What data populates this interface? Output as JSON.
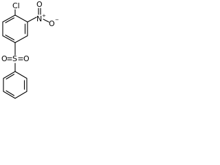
{
  "atoms": {
    "chlorine": "Cl",
    "nitro_nitrogen": "N",
    "nitro_charge_plus": "+",
    "nitro_oxygen_top": "O",
    "nitro_oxygen_side": "O",
    "nitro_charge_minus": "−",
    "sulfur": "S",
    "sulfonyl_oxygen_left": "O",
    "sulfonyl_oxygen_right": "O"
  },
  "colors": {
    "ink": "#000000",
    "background": "#ffffff"
  }
}
